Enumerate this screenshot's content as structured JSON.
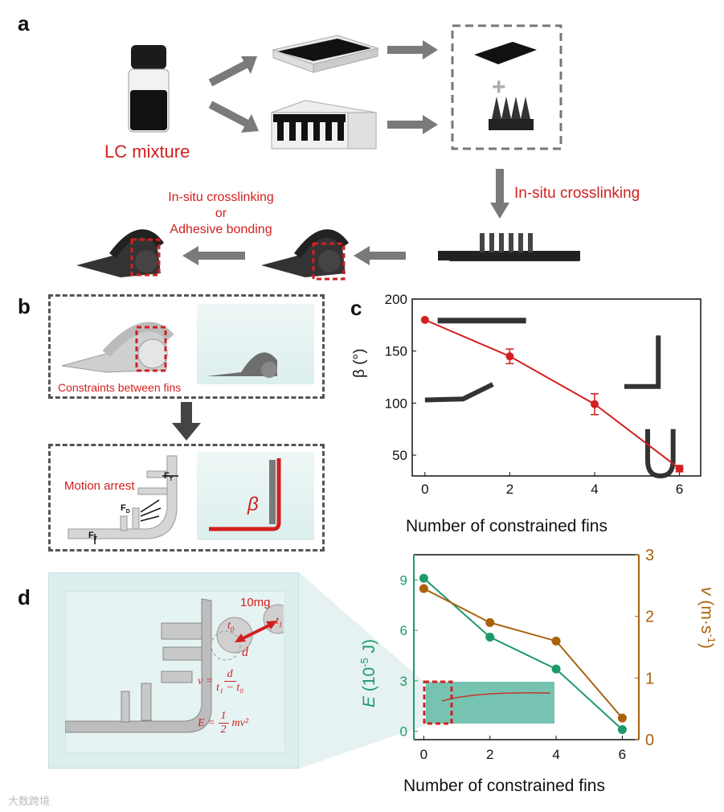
{
  "panels": {
    "a": "a",
    "b": "b",
    "c": "c",
    "d": "d"
  },
  "panel_a": {
    "lc_mixture": "LC mixture",
    "crosslink_right": "In-situ crosslinking",
    "crosslink_left_1": "In-situ crosslinking",
    "crosslink_left_2": "or",
    "crosslink_left_3": "Adhesive bonding",
    "plus": "+"
  },
  "panel_b": {
    "constraints": "Constraints between fins",
    "motion_arrest": "Motion arrest",
    "ft_top": "F",
    "ft_top_sub": "T",
    "fd": "F",
    "fd_sub": "D",
    "ft_bottom": "F",
    "ft_bottom_sub": "T",
    "beta": "β"
  },
  "panel_d": {
    "mass": "10mg",
    "t0": "t",
    "t0_sub": "0",
    "t1": "t",
    "t1_sub": "1",
    "d": "d",
    "v_eq": "v =",
    "v_num": "d",
    "v_den": "t₁ − t₀",
    "e_eq": "E =",
    "e_frac_num": "1",
    "e_frac_den": "2",
    "e_rest": "mv²"
  },
  "watermark": "大数跨境",
  "colors": {
    "red": "#d21f1f",
    "green": "#1e9a6a",
    "brown": "#a8620c",
    "gray_arrow": "#7a7a7a"
  },
  "chart_data": [
    {
      "type": "line",
      "x": [
        0,
        2,
        4,
        6
      ],
      "series": [
        {
          "values": [
            180,
            145,
            99,
            37
          ],
          "errors": [
            0,
            7,
            10,
            3
          ],
          "color": "#d21f1f"
        }
      ],
      "xlabel": "Number of constrained fins",
      "ylabel": "β (°)",
      "xlim": [
        -0.3,
        6.5
      ],
      "ylim": [
        30,
        200
      ],
      "xticks": [
        "0",
        "2",
        "4",
        "6"
      ],
      "yticks": [
        "50",
        "100",
        "150",
        "200"
      ]
    },
    {
      "type": "line",
      "x": [
        0,
        2,
        4,
        6
      ],
      "series": [
        {
          "values": [
            9.1,
            5.6,
            3.7,
            0.1
          ],
          "axis": "left",
          "color": "#1e9a6a"
        },
        {
          "values": [
            2.45,
            1.9,
            1.6,
            0.35
          ],
          "axis": "right",
          "color": "#a8620c"
        }
      ],
      "xlabel": "Number of constrained fins",
      "ylabel_left_var": "E",
      "ylabel_left_unit": " (10",
      "ylabel_left_exp": "-5",
      "ylabel_left_end": " J)",
      "ylabel_right_var": "v",
      "ylabel_right_unit": " (m·s",
      "ylabel_right_exp": "-1",
      "ylabel_right_end": ")",
      "xlim": [
        -0.3,
        6.5
      ],
      "ylim_left": [
        -0.5,
        10.5
      ],
      "ylim_right": [
        0,
        3
      ],
      "xticks": [
        "0",
        "2",
        "4",
        "6"
      ],
      "yticks_left": [
        "0",
        "3",
        "6",
        "9"
      ],
      "yticks_right": [
        "0",
        "1",
        "2",
        "3"
      ]
    }
  ]
}
